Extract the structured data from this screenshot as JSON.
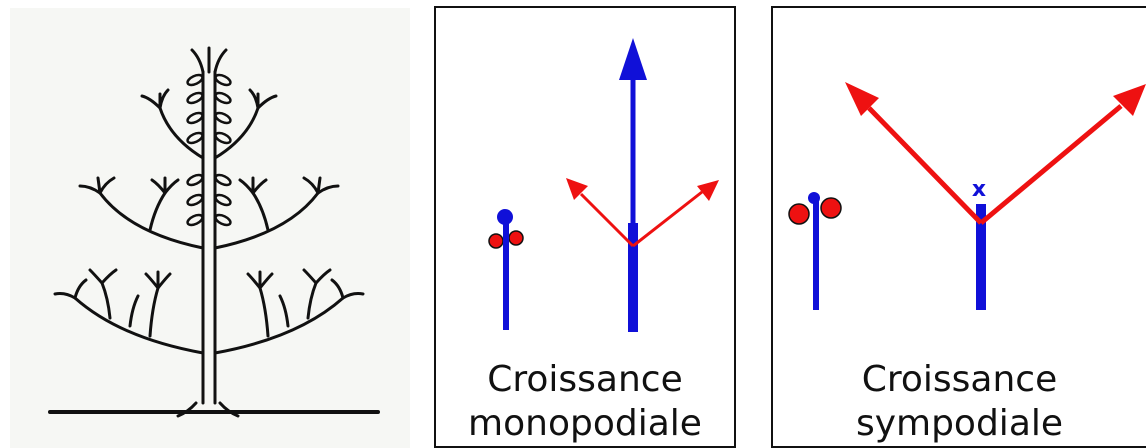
{
  "tree_diagram": {
    "icon": "branching-tree-illustration"
  },
  "monopodial": {
    "caption_line1": "Croissance",
    "caption_line2": "monopodiale",
    "colors": {
      "axis": "#1010d8",
      "lateral": "#ee1111"
    }
  },
  "sympodial": {
    "caption_line1": "Croissance",
    "caption_line2": "sympodiale",
    "apex_mark": "x",
    "colors": {
      "axis": "#1010d8",
      "lateral": "#ee1111"
    }
  }
}
